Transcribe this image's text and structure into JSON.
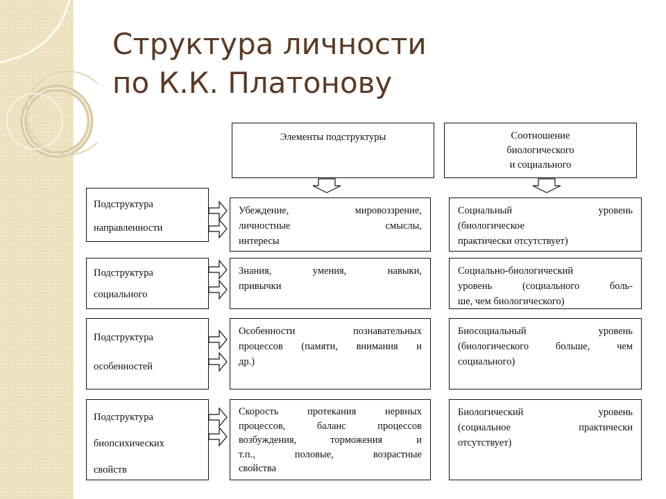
{
  "title": {
    "line1": "Структура личности",
    "line2": "по К.К. Платонову"
  },
  "headers": {
    "elements": "Элементы подструктуры",
    "ratio_l1": "Соотношение",
    "ratio_l2": "биологического",
    "ratio_l3": "и социального"
  },
  "rows": [
    {
      "label": [
        "Подструктура",
        "направленности"
      ],
      "elements": [
        "Убеждение, мировоззрение,",
        "личностные смыслы,",
        "интересы"
      ],
      "ratio": [
        "Социальный уровень",
        "(биологическое",
        "практически отсутствует)"
      ]
    },
    {
      "label": [
        "Подструктура",
        "социального"
      ],
      "elements": [
        "Знания, умения, навыки,",
        "привычки"
      ],
      "ratio": [
        "Социально-биологический",
        "уровень (социального боль-",
        "ше, чем биологического)"
      ]
    },
    {
      "label": [
        "Подструктура",
        "особенностей"
      ],
      "elements": [
        "Особенности познавательных",
        "процессов (памяти, внимания и",
        "др.)"
      ],
      "ratio": [
        "Биосоциальный уровень",
        "(биологического больше, чем",
        "социального)"
      ]
    },
    {
      "label": [
        "Подструктура",
        "биопсихических",
        "свойств"
      ],
      "elements": [
        "Скорость протекания нервных",
        "процессов, баланс процессов",
        "возбуждения, торможения и",
        "т.п., половые, возрастные",
        "свойства"
      ],
      "ratio": [
        "Биологический уровень",
        "(социальное практически",
        "отсутствует)"
      ]
    }
  ]
}
